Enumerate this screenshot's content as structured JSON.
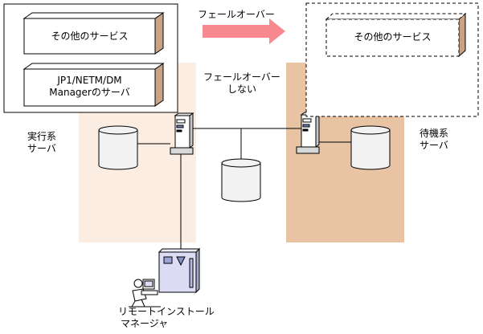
{
  "diagram": {
    "failover_label": "フェールオーバー",
    "no_failover_label": [
      "フェールオーバー",
      "しない"
    ],
    "active_server_label": [
      "実行系",
      "サーバ"
    ],
    "standby_server_label": [
      "待機系",
      "サーバ"
    ],
    "active_services": {
      "other_service": "その他のサービス",
      "netm_server": [
        "JP1/NETM/DM",
        "Managerのサーバ"
      ]
    },
    "standby_services": {
      "other_service": "その他のサービス"
    },
    "remote_manager_label": [
      "リモートインストール",
      "マネージャ"
    ]
  },
  "colors": {
    "active_zone": "#FBEDE2",
    "standby_zone": "#E8C4A4",
    "box_side": "#C9A386",
    "failover_arrow": "#F7898F",
    "disk_fill": "#F2F2F2",
    "monitor_screen": "#DCDCF5"
  }
}
